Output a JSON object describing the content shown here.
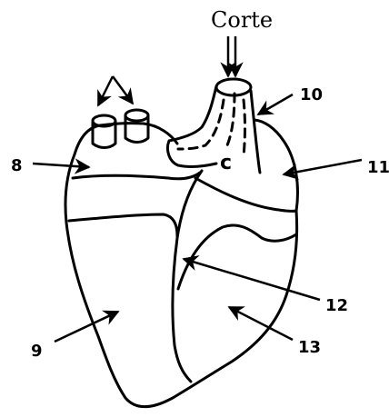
{
  "diagram": {
    "top_label": "Corte",
    "inner_letter": "c",
    "callouts": [
      {
        "id": "8",
        "text": "8"
      },
      {
        "id": "9",
        "text": "9"
      },
      {
        "id": "10",
        "text": "10"
      },
      {
        "id": "11",
        "text": "11"
      },
      {
        "id": "12",
        "text": "12"
      },
      {
        "id": "13",
        "text": "13"
      }
    ]
  }
}
